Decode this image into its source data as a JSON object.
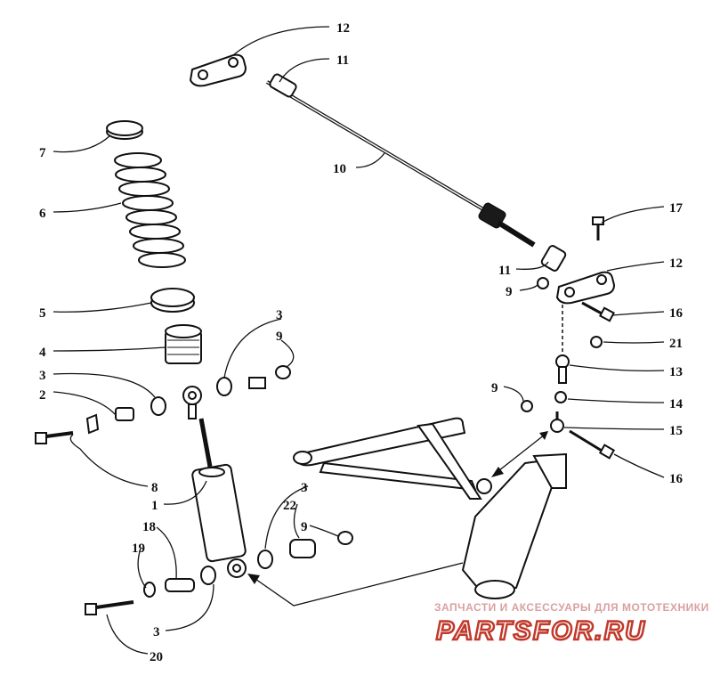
{
  "callouts": {
    "c12a": "12",
    "c11a": "11",
    "c10": "10",
    "c7": "7",
    "c6": "6",
    "c17": "17",
    "c11b": "11",
    "c12b": "12",
    "c9a": "9",
    "c16a": "16",
    "c21": "21",
    "c5": "5",
    "c3a": "3",
    "c9b": "9",
    "c4": "4",
    "c3b": "3",
    "c2": "2",
    "c13": "13",
    "c9c": "9",
    "c14": "14",
    "c15": "15",
    "c16b": "16",
    "c8": "8",
    "c1": "1",
    "c3c": "3",
    "c22": "22",
    "c9d": "9",
    "c18": "18",
    "c19": "19",
    "c3d": "3",
    "c20": "20"
  },
  "watermark": {
    "tagline": "ЗАПЧАСТИ И АКСЕССУАРЫ ДЛЯ МОТОТЕХНИКИ",
    "logo": "PARTSFOR.RU"
  }
}
